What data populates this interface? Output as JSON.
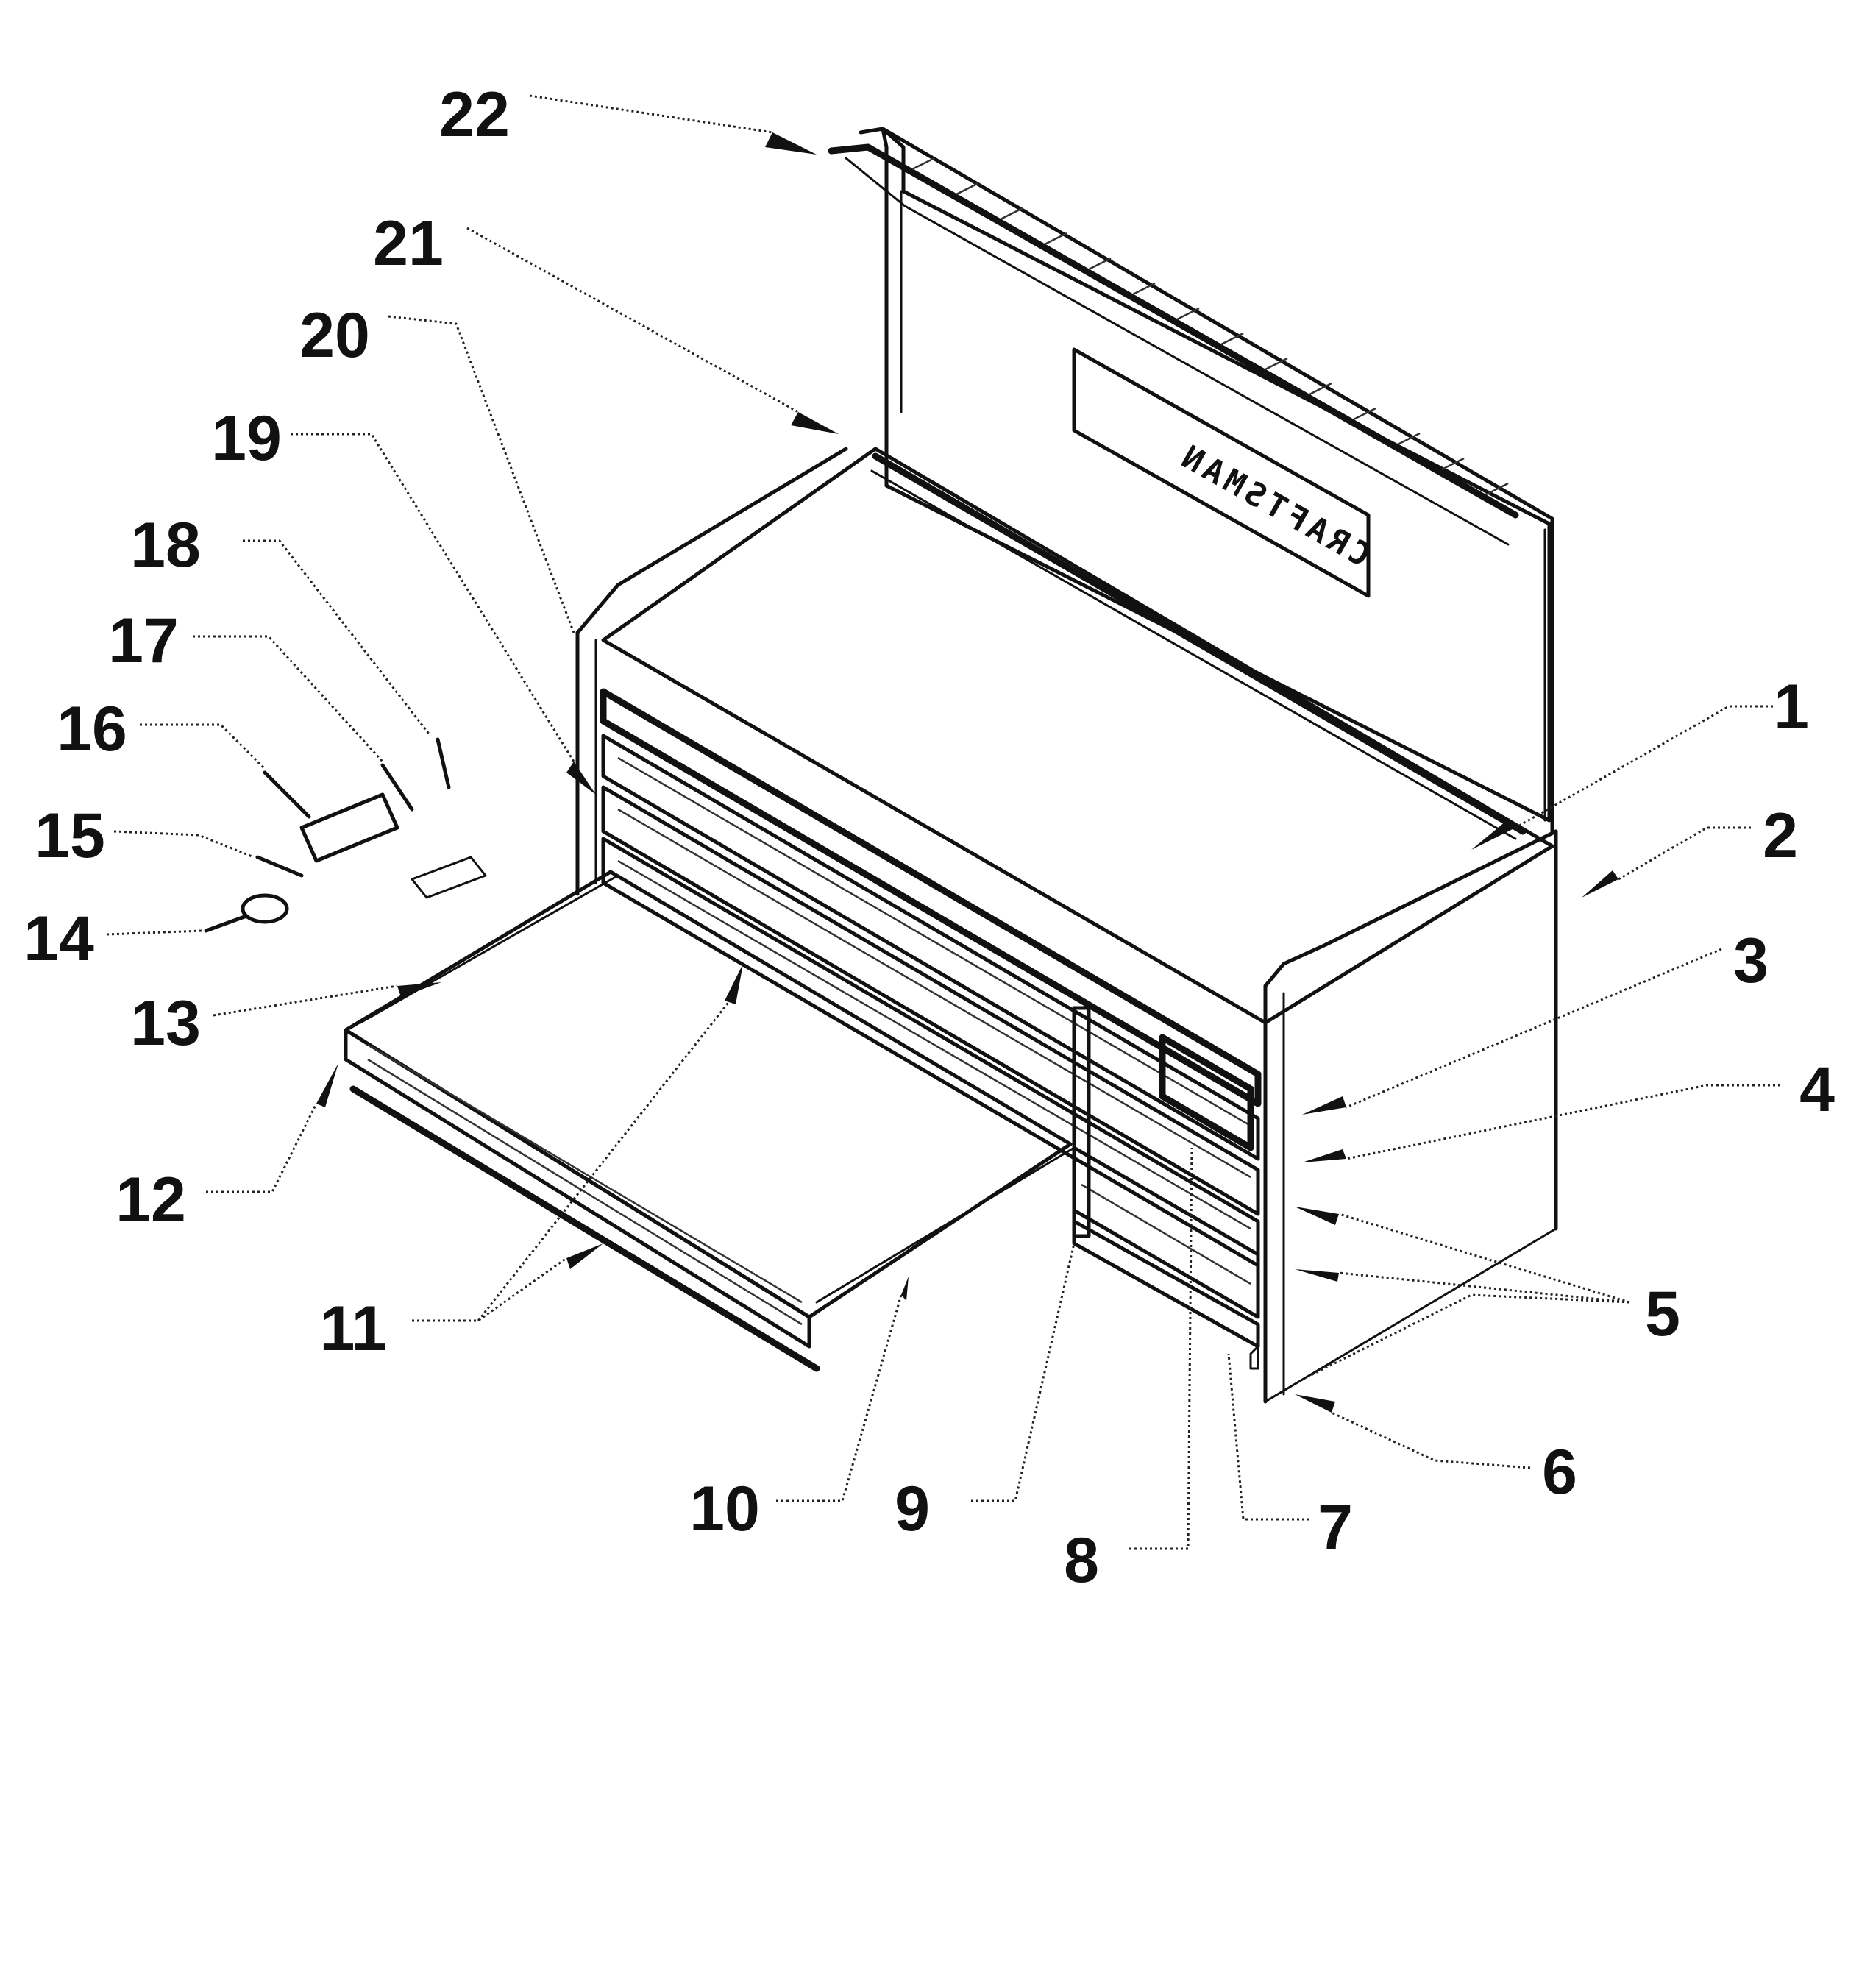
{
  "figure": {
    "labels": [
      {
        "id": "1",
        "text": "1"
      },
      {
        "id": "2",
        "text": "2"
      },
      {
        "id": "3",
        "text": "3"
      },
      {
        "id": "4",
        "text": "4"
      },
      {
        "id": "5",
        "text": "5"
      },
      {
        "id": "6",
        "text": "6"
      },
      {
        "id": "7",
        "text": "7"
      },
      {
        "id": "8",
        "text": "8"
      },
      {
        "id": "9",
        "text": "9"
      },
      {
        "id": "10",
        "text": "10"
      },
      {
        "id": "11",
        "text": "11"
      },
      {
        "id": "12",
        "text": "12"
      },
      {
        "id": "13",
        "text": "13"
      },
      {
        "id": "14",
        "text": "14"
      },
      {
        "id": "15",
        "text": "15"
      },
      {
        "id": "16",
        "text": "16"
      },
      {
        "id": "17",
        "text": "17"
      },
      {
        "id": "18",
        "text": "18"
      },
      {
        "id": "19",
        "text": "19"
      },
      {
        "id": "20",
        "text": "20"
      },
      {
        "id": "21",
        "text": "21"
      },
      {
        "id": "22",
        "text": "22"
      }
    ],
    "logo": "CRAFTSMAN"
  }
}
